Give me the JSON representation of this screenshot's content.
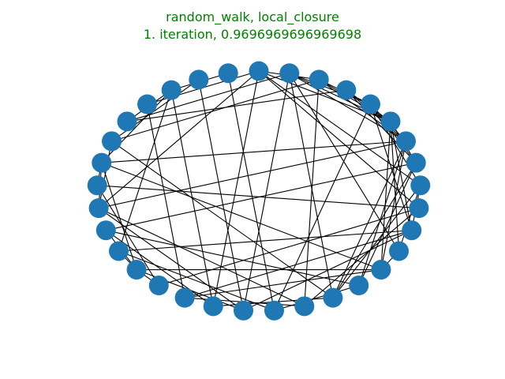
{
  "title": {
    "line1": "random_walk, local_closure",
    "line2": "1. iteration, 0.9696969696969698"
  },
  "colors": {
    "title": "#008000",
    "node": "#1f77b4",
    "edge": "#000000",
    "background": "#ffffff"
  },
  "graph": {
    "node_count": 33,
    "layout": "circular",
    "edges": [
      [
        0,
        2
      ],
      [
        0,
        5
      ],
      [
        0,
        8
      ],
      [
        0,
        9
      ],
      [
        0,
        18
      ],
      [
        0,
        29
      ],
      [
        0,
        24
      ],
      [
        1,
        4
      ],
      [
        1,
        5
      ],
      [
        1,
        6
      ],
      [
        1,
        11
      ],
      [
        1,
        14
      ],
      [
        1,
        17
      ],
      [
        1,
        28
      ],
      [
        2,
        4
      ],
      [
        2,
        5
      ],
      [
        2,
        6
      ],
      [
        2,
        15
      ],
      [
        2,
        27
      ],
      [
        3,
        5
      ],
      [
        3,
        6
      ],
      [
        3,
        7
      ],
      [
        3,
        28
      ],
      [
        4,
        6
      ],
      [
        4,
        7
      ],
      [
        4,
        8
      ],
      [
        4,
        10
      ],
      [
        4,
        16
      ],
      [
        5,
        7
      ],
      [
        5,
        10
      ],
      [
        5,
        11
      ],
      [
        5,
        12
      ],
      [
        6,
        12
      ],
      [
        6,
        13
      ],
      [
        6,
        14
      ],
      [
        6,
        24
      ],
      [
        6,
        26
      ],
      [
        7,
        13
      ],
      [
        7,
        14
      ],
      [
        7,
        23
      ],
      [
        8,
        10
      ],
      [
        8,
        11
      ],
      [
        8,
        14
      ],
      [
        9,
        15
      ],
      [
        9,
        20
      ],
      [
        9,
        25
      ],
      [
        10,
        17
      ],
      [
        10,
        19
      ],
      [
        10,
        22
      ],
      [
        11,
        12
      ],
      [
        12,
        19
      ],
      [
        12,
        21
      ],
      [
        12,
        26
      ],
      [
        13,
        16
      ],
      [
        13,
        23
      ],
      [
        14,
        18
      ],
      [
        14,
        27
      ],
      [
        15,
        19
      ],
      [
        15,
        24
      ],
      [
        16,
        22
      ],
      [
        16,
        32
      ],
      [
        17,
        21
      ],
      [
        17,
        24
      ],
      [
        17,
        31
      ],
      [
        18,
        23
      ],
      [
        18,
        30
      ],
      [
        19,
        29
      ],
      [
        20,
        21
      ],
      [
        20,
        25
      ],
      [
        21,
        22
      ],
      [
        21,
        23
      ],
      [
        21,
        26
      ],
      [
        22,
        30
      ],
      [
        24,
        26
      ],
      [
        24,
        27
      ],
      [
        25,
        26
      ],
      [
        26,
        30
      ],
      [
        27,
        31
      ],
      [
        28,
        30
      ],
      [
        30,
        32
      ]
    ]
  }
}
